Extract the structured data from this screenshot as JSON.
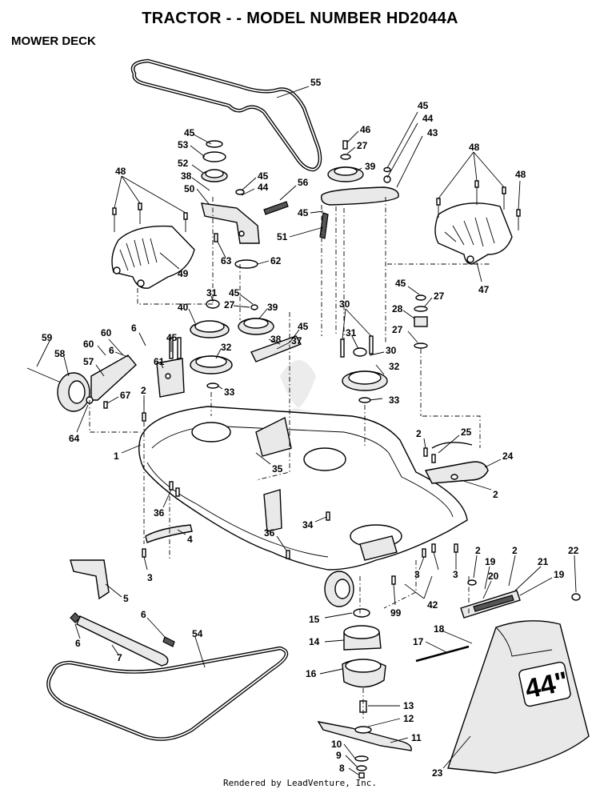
{
  "header": {
    "title": "TRACTOR - - MODEL NUMBER HD2044A",
    "section": "MOWER DECK"
  },
  "footer": {
    "credit": "Rendered by LeadVenture, Inc."
  },
  "callouts": [
    {
      "id": "c55",
      "text": "55"
    },
    {
      "id": "c45a",
      "text": "45"
    },
    {
      "id": "c53",
      "text": "53"
    },
    {
      "id": "c52",
      "text": "52"
    },
    {
      "id": "c38a",
      "text": "38"
    },
    {
      "id": "c50",
      "text": "50"
    },
    {
      "id": "c45b",
      "text": "45"
    },
    {
      "id": "c44a",
      "text": "44"
    },
    {
      "id": "c56",
      "text": "56"
    },
    {
      "id": "c46",
      "text": "46"
    },
    {
      "id": "c27a",
      "text": "27"
    },
    {
      "id": "c39a",
      "text": "39"
    },
    {
      "id": "c45c",
      "text": "45"
    },
    {
      "id": "c44b",
      "text": "44"
    },
    {
      "id": "c43",
      "text": "43"
    },
    {
      "id": "c48a",
      "text": "48"
    },
    {
      "id": "c48b",
      "text": "48"
    },
    {
      "id": "c48c",
      "text": "48"
    },
    {
      "id": "c45d",
      "text": "45"
    },
    {
      "id": "c51",
      "text": "51"
    },
    {
      "id": "c63",
      "text": "63"
    },
    {
      "id": "c62",
      "text": "62"
    },
    {
      "id": "c49",
      "text": "49"
    },
    {
      "id": "c47",
      "text": "47"
    },
    {
      "id": "c31a",
      "text": "31"
    },
    {
      "id": "c45e",
      "text": "45"
    },
    {
      "id": "c27b",
      "text": "27"
    },
    {
      "id": "c40",
      "text": "40"
    },
    {
      "id": "c39b",
      "text": "39"
    },
    {
      "id": "c45f",
      "text": "45"
    },
    {
      "id": "c38b",
      "text": "38"
    },
    {
      "id": "c37",
      "text": "37"
    },
    {
      "id": "c45g",
      "text": "45"
    },
    {
      "id": "c27c",
      "text": "27"
    },
    {
      "id": "c28",
      "text": "28"
    },
    {
      "id": "c30a",
      "text": "30"
    },
    {
      "id": "c27d",
      "text": "27"
    },
    {
      "id": "c31b",
      "text": "31"
    },
    {
      "id": "c30b",
      "text": "30"
    },
    {
      "id": "c32a",
      "text": "32"
    },
    {
      "id": "c32b",
      "text": "32"
    },
    {
      "id": "c33a",
      "text": "33"
    },
    {
      "id": "c33b",
      "text": "33"
    },
    {
      "id": "c59",
      "text": "59"
    },
    {
      "id": "c60a",
      "text": "60"
    },
    {
      "id": "c6a",
      "text": "6"
    },
    {
      "id": "c58",
      "text": "58"
    },
    {
      "id": "c60b",
      "text": "60"
    },
    {
      "id": "c6b",
      "text": "6"
    },
    {
      "id": "c45h",
      "text": "45"
    },
    {
      "id": "c57",
      "text": "57"
    },
    {
      "id": "c61",
      "text": "61"
    },
    {
      "id": "c2a",
      "text": "2"
    },
    {
      "id": "c67",
      "text": "67"
    },
    {
      "id": "c64",
      "text": "64"
    },
    {
      "id": "c1",
      "text": "1"
    },
    {
      "id": "c35",
      "text": "35"
    },
    {
      "id": "c2b",
      "text": "2"
    },
    {
      "id": "c25",
      "text": "25"
    },
    {
      "id": "c24",
      "text": "24"
    },
    {
      "id": "c2c",
      "text": "2"
    },
    {
      "id": "c36a",
      "text": "36"
    },
    {
      "id": "c4",
      "text": "4"
    },
    {
      "id": "c34",
      "text": "34"
    },
    {
      "id": "c36b",
      "text": "36"
    },
    {
      "id": "c3a",
      "text": "3"
    },
    {
      "id": "c3b",
      "text": "3"
    },
    {
      "id": "c3c",
      "text": "3"
    },
    {
      "id": "c42",
      "text": "42"
    },
    {
      "id": "c2d",
      "text": "2"
    },
    {
      "id": "c19a",
      "text": "19"
    },
    {
      "id": "c2e",
      "text": "2"
    },
    {
      "id": "c21",
      "text": "21"
    },
    {
      "id": "c22",
      "text": "22"
    },
    {
      "id": "c20",
      "text": "20"
    },
    {
      "id": "c19b",
      "text": "19"
    },
    {
      "id": "c5",
      "text": "5"
    },
    {
      "id": "c6c",
      "text": "6"
    },
    {
      "id": "c6d",
      "text": "6"
    },
    {
      "id": "c7",
      "text": "7"
    },
    {
      "id": "c54",
      "text": "54"
    },
    {
      "id": "c15",
      "text": "15"
    },
    {
      "id": "c99",
      "text": "99"
    },
    {
      "id": "c14",
      "text": "14"
    },
    {
      "id": "c18",
      "text": "18"
    },
    {
      "id": "c17",
      "text": "17"
    },
    {
      "id": "c16",
      "text": "16"
    },
    {
      "id": "c13",
      "text": "13"
    },
    {
      "id": "c12",
      "text": "12"
    },
    {
      "id": "c11",
      "text": "11"
    },
    {
      "id": "c10",
      "text": "10"
    },
    {
      "id": "c9",
      "text": "9"
    },
    {
      "id": "c8",
      "text": "8"
    },
    {
      "id": "c23",
      "text": "23"
    }
  ],
  "decal": "44\""
}
